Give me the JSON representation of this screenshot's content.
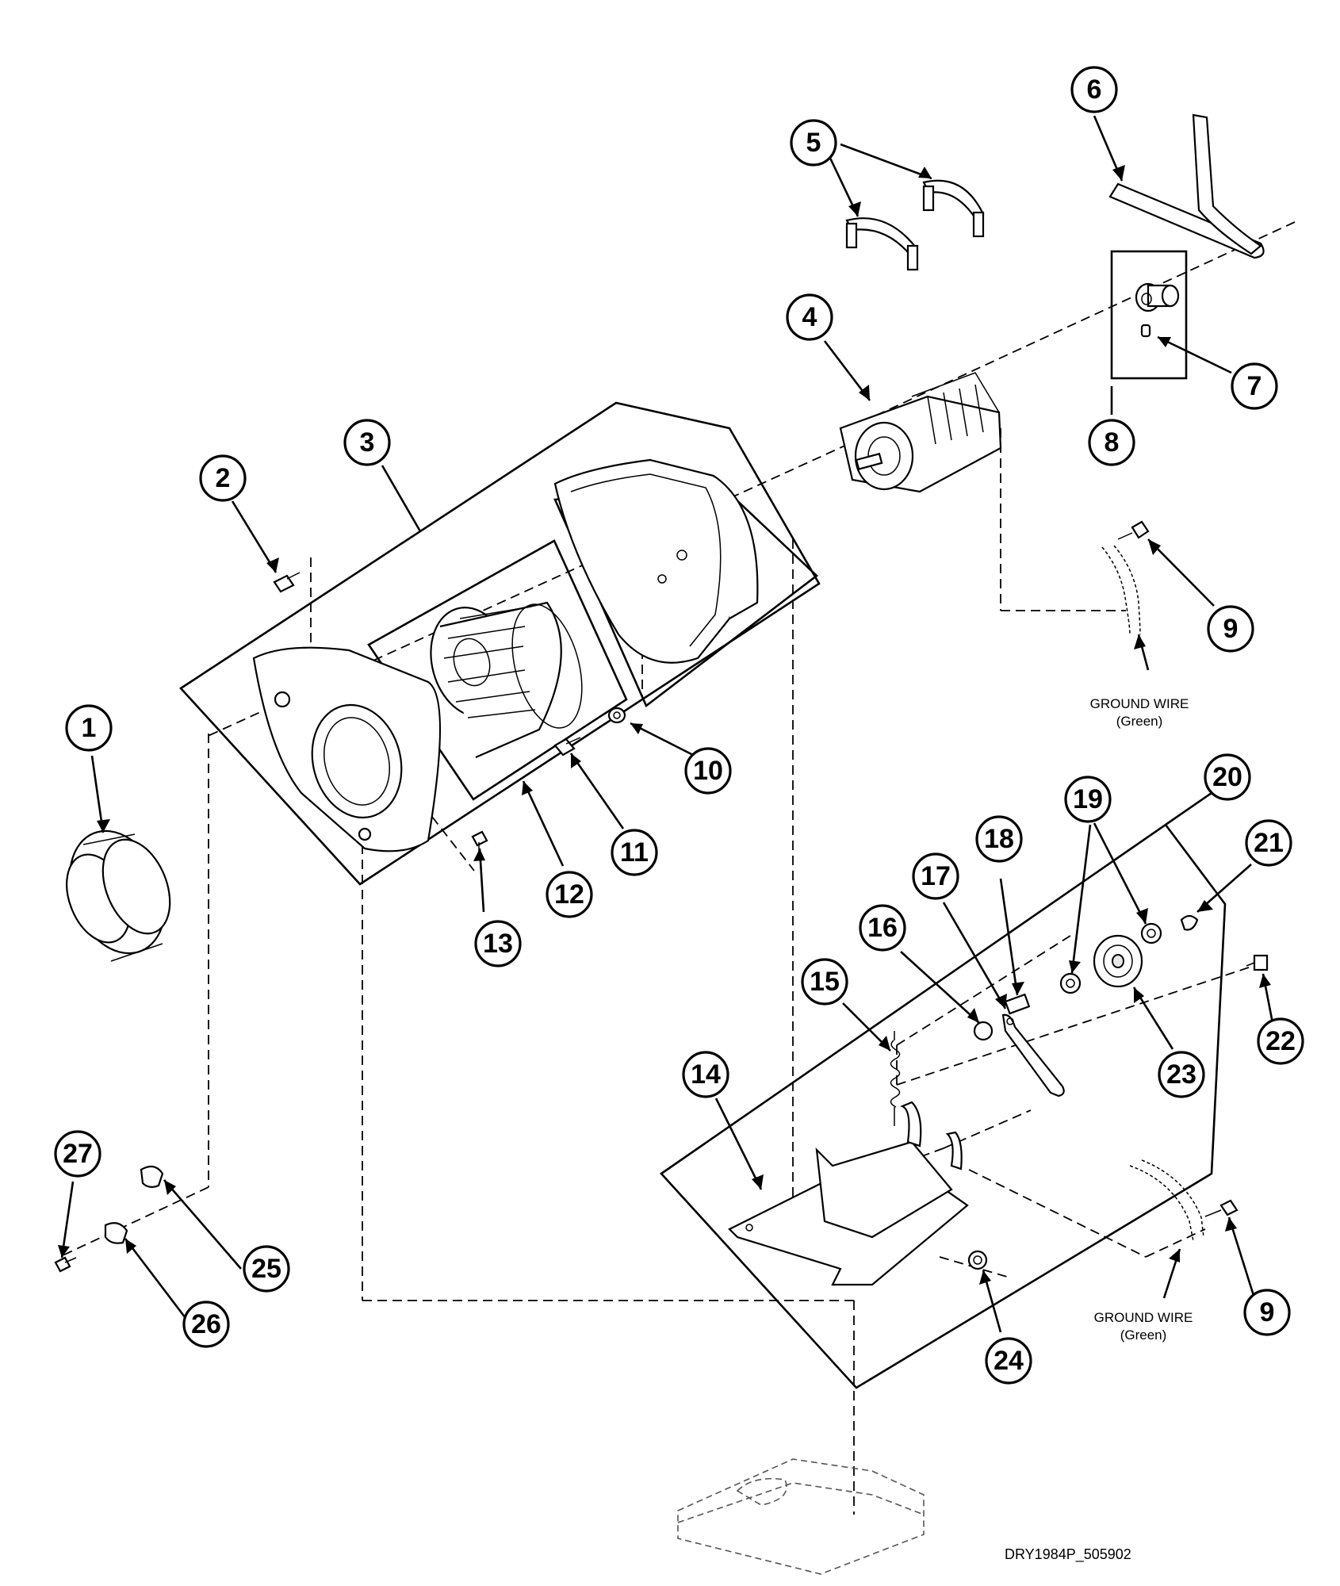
{
  "callouts": {
    "c1": "1",
    "c2": "2",
    "c3": "3",
    "c4": "4",
    "c5": "5",
    "c6": "6",
    "c7": "7",
    "c8": "8",
    "c9a": "9",
    "c9b": "9",
    "c10": "10",
    "c11": "11",
    "c12": "12",
    "c13": "13",
    "c14": "14",
    "c15": "15",
    "c16": "16",
    "c17": "17",
    "c18": "18",
    "c19": "19",
    "c20": "20",
    "c21": "21",
    "c22": "22",
    "c23": "23",
    "c24": "24",
    "c25": "25",
    "c26": "26",
    "c27": "27"
  },
  "notes": {
    "ground_wire_top_line1": "GROUND WIRE",
    "ground_wire_top_line2": "(Green)",
    "ground_wire_bottom_line1": "GROUND WIRE",
    "ground_wire_bottom_line2": "(Green)"
  },
  "document_id": "DRY1984P_505902"
}
